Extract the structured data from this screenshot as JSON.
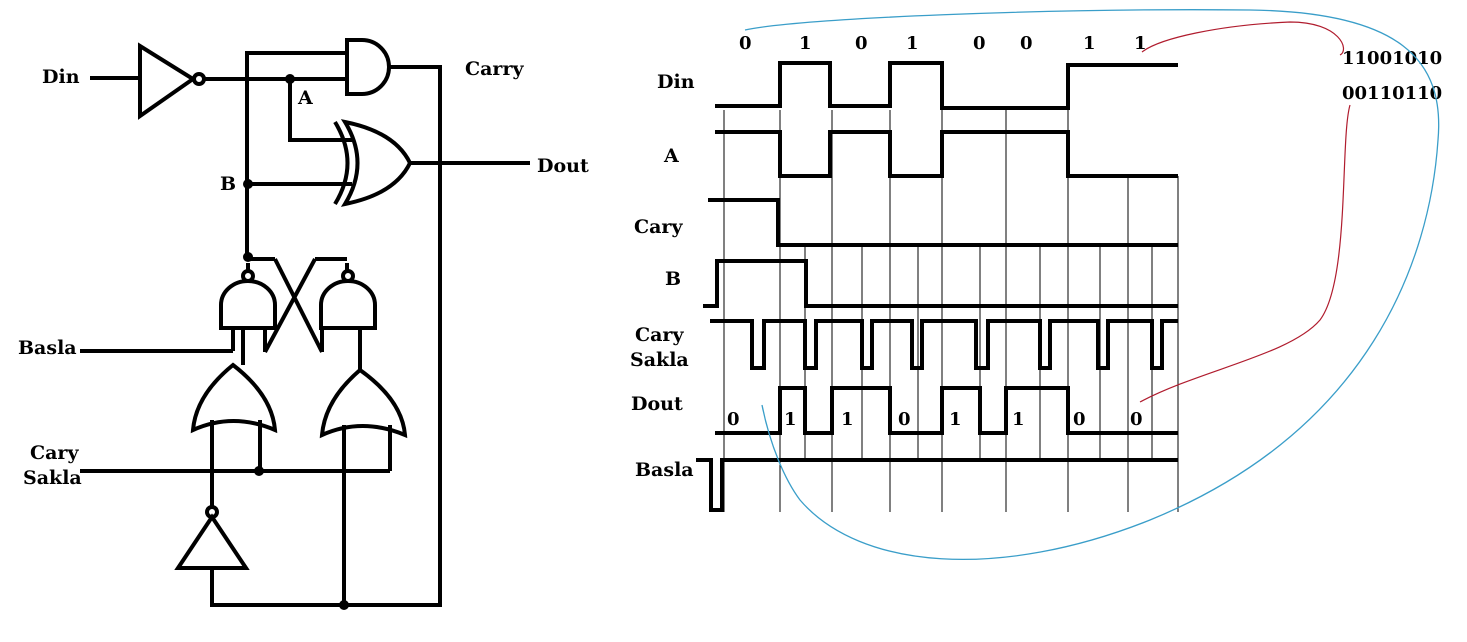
{
  "circuit": {
    "labels": {
      "din": "Din",
      "carry": "Carry",
      "a": "A",
      "b": "B",
      "dout": "Dout",
      "basla": "Basla",
      "cary1": "Cary",
      "sakla1": "Sakla"
    }
  },
  "timing": {
    "signals": [
      "Din",
      "A",
      "Cary",
      "B",
      "Cary",
      "Sakla",
      "Dout",
      "Basla"
    ],
    "din_bits": [
      "0",
      "1",
      "0",
      "1",
      "0",
      "0",
      "1",
      "1"
    ],
    "dout_bits": [
      "0",
      "1",
      "1",
      "0",
      "1",
      "1",
      "0",
      "0"
    ]
  },
  "binary": {
    "line1": "11001010",
    "line2": "00110110"
  },
  "colors": {
    "blue_curve": "#3a9ec9",
    "red_curve": "#b01c2e"
  }
}
